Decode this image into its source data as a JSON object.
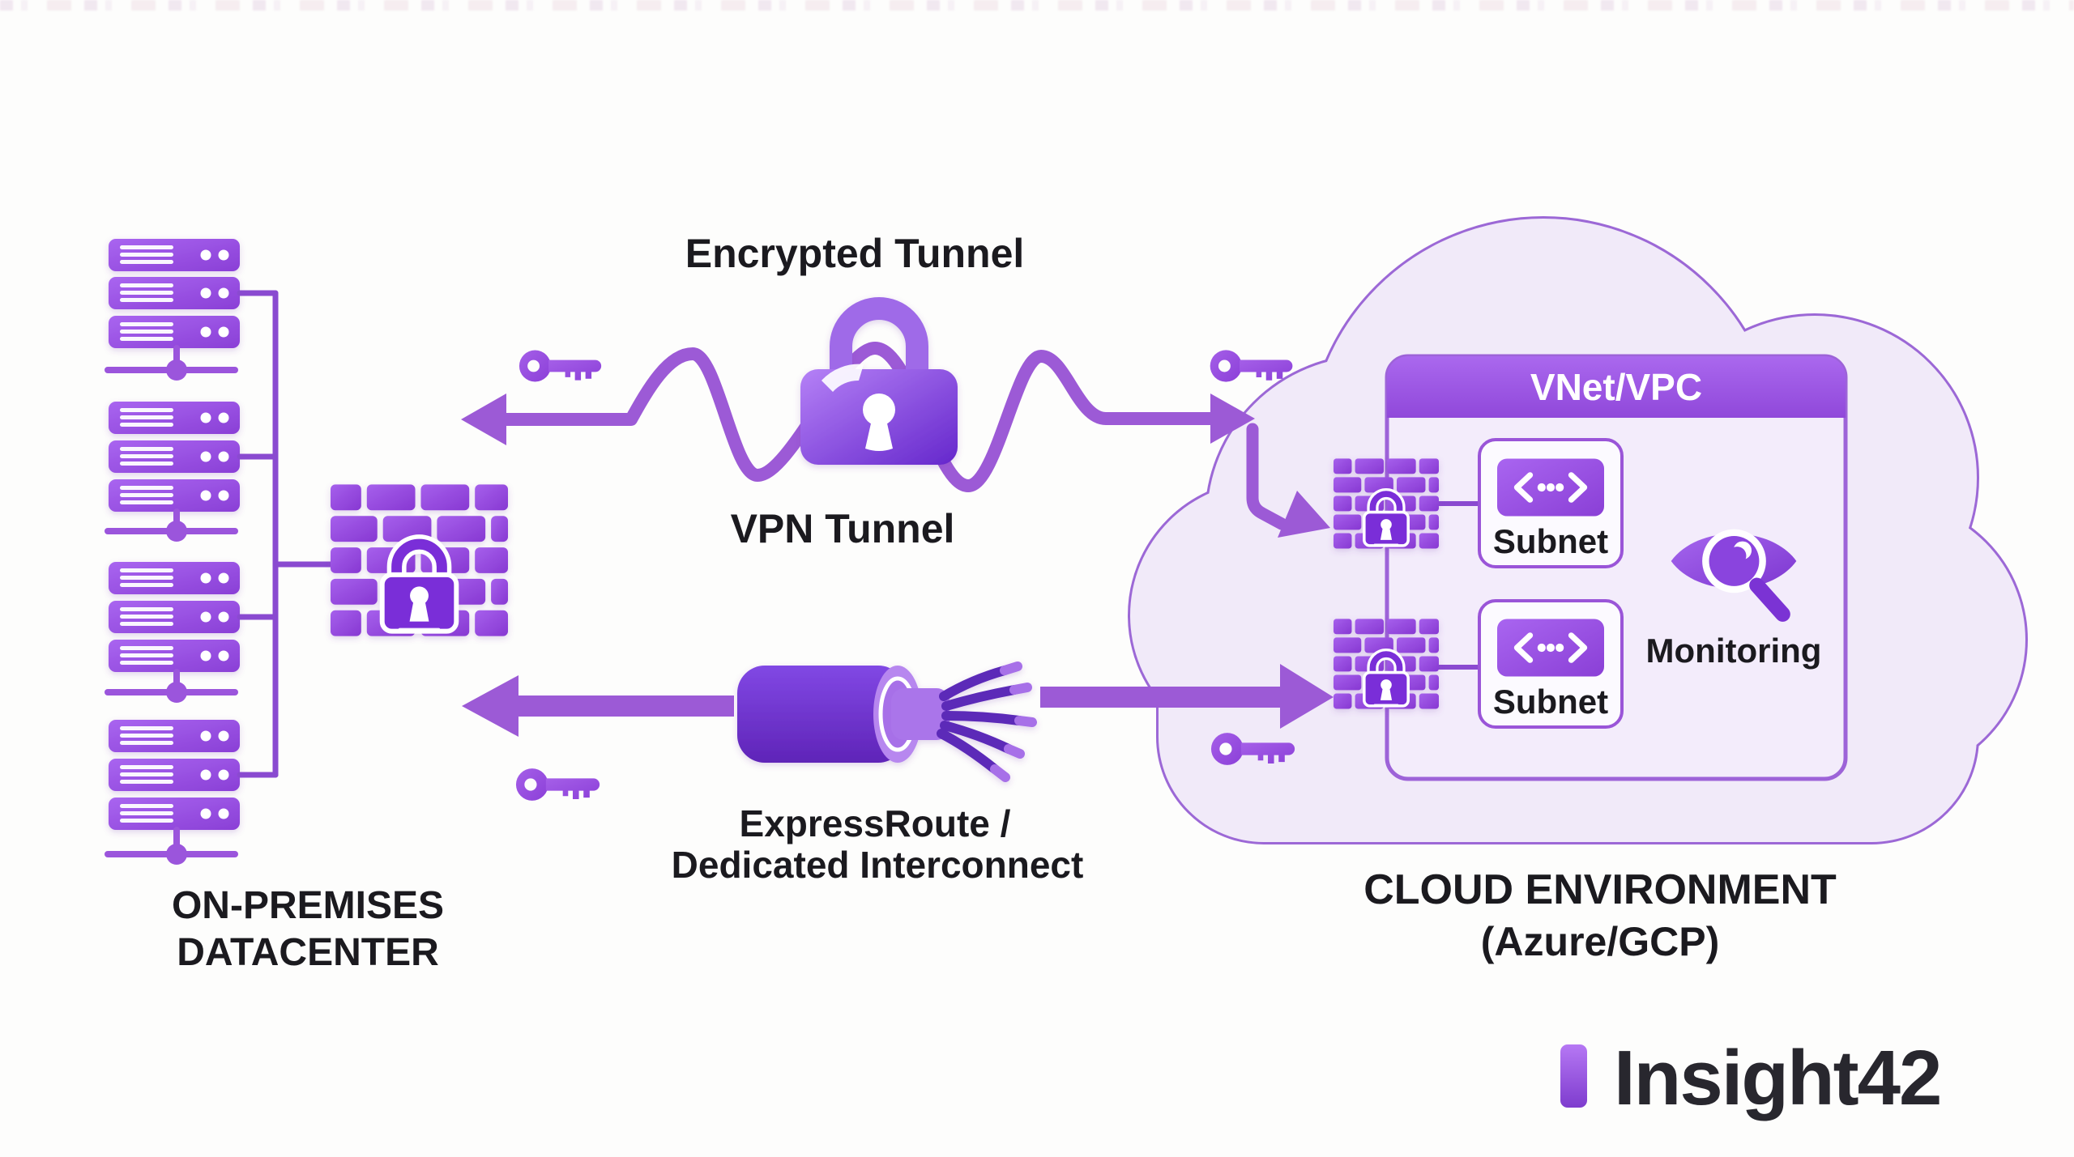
{
  "onprem": {
    "label_line1": "ON-PREMISES",
    "label_line2": "DATACENTER",
    "server_groups": 4,
    "servers_per_group": 3
  },
  "vpn": {
    "encrypted_label": "Encrypted Tunnel",
    "tunnel_label": "VPN Tunnel"
  },
  "expressroute": {
    "label_line1": "ExpressRoute /",
    "label_line2": "Dedicated Interconnect"
  },
  "cloud": {
    "label_line1": "CLOUD ENVIRONMENT",
    "label_line2": "(Azure/GCP)",
    "vnet": {
      "title": "VNet/VPC",
      "subnets": [
        "Subnet",
        "Subnet"
      ],
      "monitoring_label": "Monitoring"
    }
  },
  "logo": {
    "text": "Insight42"
  },
  "icons": {
    "server": "server-rack-icon",
    "node": "network-node-icon",
    "firewall": "firewall-lock-icon",
    "key": "encryption-key-icon",
    "padlock": "padlock-icon",
    "cable": "fiber-cable-icon",
    "subnet": "subnet-icon",
    "eye": "monitoring-eye-icon",
    "cloud": "cloud-shape"
  },
  "colors": {
    "accent": "#8b3fd6",
    "accent_light": "#a965f0",
    "accent_dark": "#6527cc",
    "line": "#9c5ad6",
    "cloud_fill": "#f1eaf9",
    "cloud_stroke": "#9c68d6",
    "vnet_body": "#f3ecfb",
    "text": "#1b1a1f",
    "background": "#fdfdfc"
  }
}
